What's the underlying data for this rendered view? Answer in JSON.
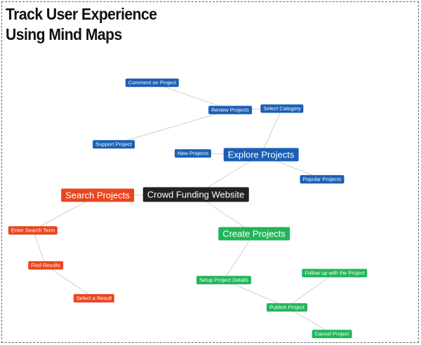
{
  "title": {
    "line1": "Track User Experience",
    "line2": "Using Mind Maps"
  },
  "colors": {
    "root": "#222222",
    "blue": "#1a5fb4",
    "red": "#e8461f",
    "green": "#21b55a",
    "link": "#cfcfcf"
  },
  "nodes": {
    "root": "Crowd Funding Website",
    "explore": "Explore Projects",
    "new": "New Projects",
    "popular": "Popular Projects",
    "category": "Select Category",
    "review": "Review Projects",
    "comment": "Comment on Project",
    "support": "Support Project",
    "search": "Search Projects",
    "enter": "Enter Search Term",
    "find": "Find Results",
    "select": "Select a Result",
    "create": "Create Projects",
    "setup": "Setup Project Details",
    "publish": "Publish Project",
    "follow": "Follow up with the Project",
    "cancel": "Cancel Project"
  }
}
